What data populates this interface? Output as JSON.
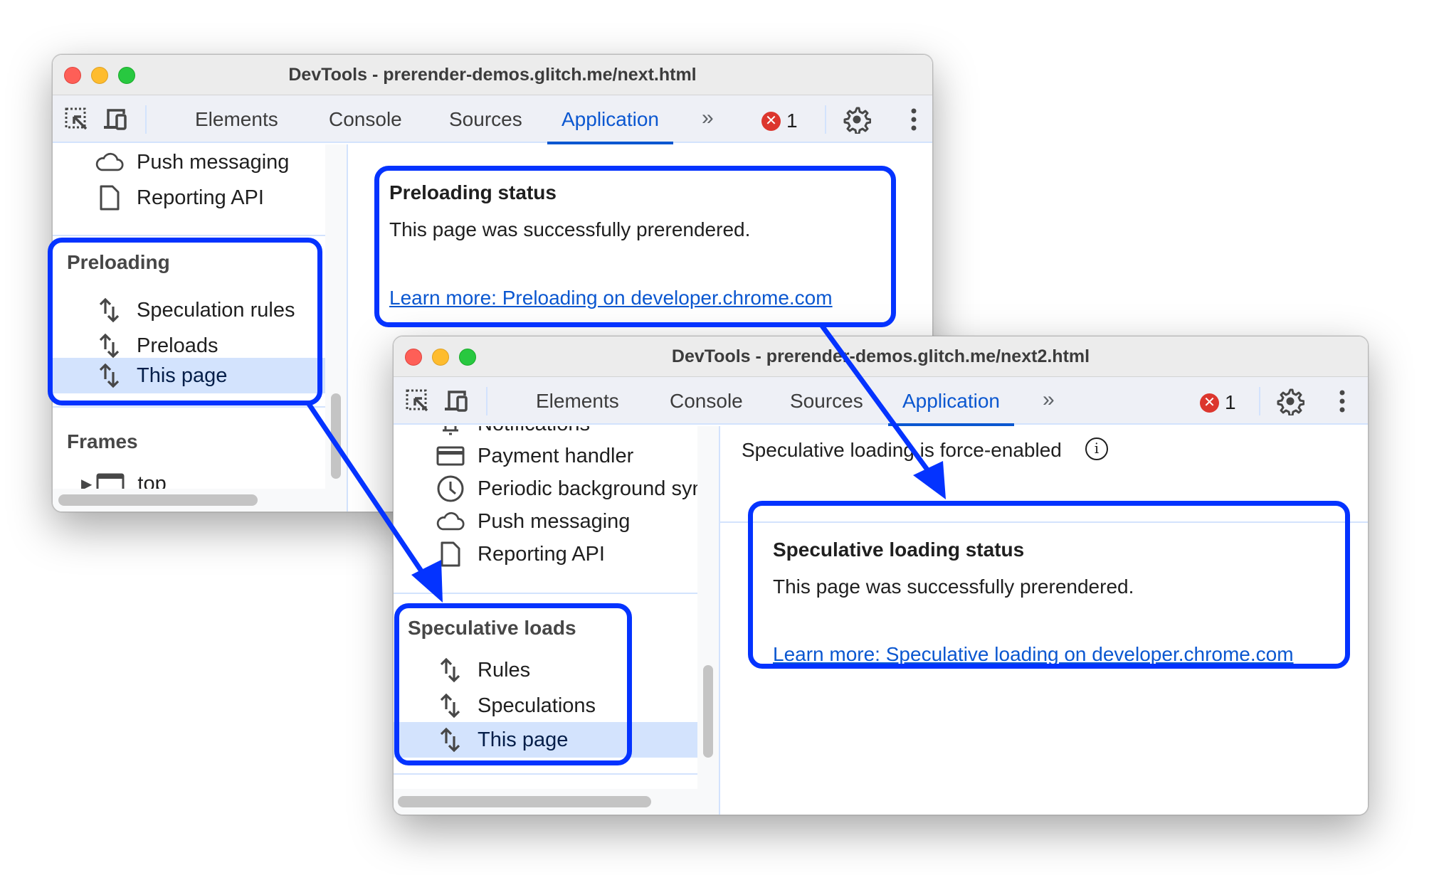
{
  "colors": {
    "accent": "#0b57d0",
    "highlight": "#0433ff",
    "selected_bg": "#d3e3fd",
    "error": "#dc362e"
  },
  "window1": {
    "title": "DevTools - prerender-demos.glitch.me/next.html",
    "tabs": [
      "Elements",
      "Console",
      "Sources",
      "Application"
    ],
    "active_tab": "Application",
    "more_tabs": "»",
    "error_count": "1",
    "sidebar": {
      "items_top": [
        {
          "icon": "cloud-icon",
          "label": "Push messaging"
        },
        {
          "icon": "document-icon",
          "label": "Reporting API"
        }
      ],
      "preloading": {
        "header": "Preloading",
        "items": [
          {
            "icon": "up-down-arrows-icon",
            "label": "Speculation rules"
          },
          {
            "icon": "up-down-arrows-icon",
            "label": "Preloads"
          },
          {
            "icon": "up-down-arrows-icon",
            "label": "This page",
            "selected": true
          }
        ]
      },
      "frames": {
        "header": "Frames",
        "items": [
          {
            "icon": "frame-icon",
            "label": "top"
          }
        ]
      }
    },
    "main": {
      "status_title": "Preloading status",
      "status_text": "This page was successfully prerendered.",
      "learn_more": "Learn more: Preloading on developer.chrome.com"
    }
  },
  "window2": {
    "title": "DevTools - prerender-demos.glitch.me/next2.html",
    "tabs": [
      "Elements",
      "Console",
      "Sources",
      "Application"
    ],
    "active_tab": "Application",
    "more_tabs": "»",
    "error_count": "1",
    "sidebar": {
      "items_top": [
        {
          "icon": "bell-icon",
          "label": "Notifications"
        },
        {
          "icon": "credit-card-icon",
          "label": "Payment handler"
        },
        {
          "icon": "clock-icon",
          "label": "Periodic background sync"
        },
        {
          "icon": "cloud-icon",
          "label": "Push messaging"
        },
        {
          "icon": "document-icon",
          "label": "Reporting API"
        }
      ],
      "speculative": {
        "header": "Speculative loads",
        "items": [
          {
            "icon": "up-down-arrows-icon",
            "label": "Rules"
          },
          {
            "icon": "up-down-arrows-icon",
            "label": "Speculations"
          },
          {
            "icon": "up-down-arrows-icon",
            "label": "This page",
            "selected": true
          }
        ]
      }
    },
    "main": {
      "banner": "Speculative loading is force-enabled",
      "status_title": "Speculative loading status",
      "status_text": "This page was successfully prerendered.",
      "learn_more": "Learn more: Speculative loading on developer.chrome.com"
    }
  }
}
